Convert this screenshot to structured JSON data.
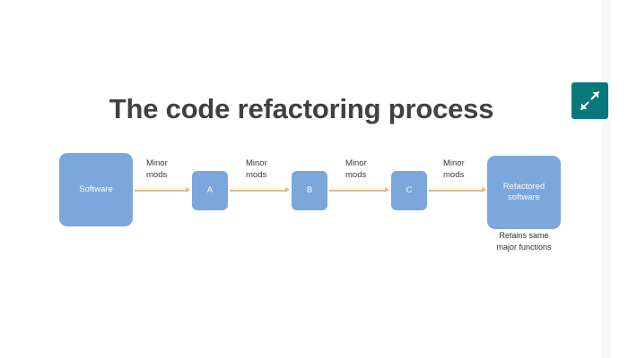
{
  "page": {
    "background_color": "#ffffff"
  },
  "slide": {
    "title": "The code refactoring process",
    "title_color": "#414141"
  },
  "toolbar": {
    "expand_button": {
      "icon": "expand-arrows-icon",
      "background_color": "#07787c",
      "icon_color": "#ffffff"
    }
  },
  "diagram": {
    "node_color": "#7ba7dc",
    "arrow_color": "#d9bd83",
    "nodes": [
      {
        "id": "software",
        "label": "Software"
      },
      {
        "id": "a",
        "label": "A"
      },
      {
        "id": "b",
        "label": "B"
      },
      {
        "id": "c",
        "label": "C"
      },
      {
        "id": "refactored",
        "label": "Refactored\nsoftware"
      }
    ],
    "arrows": [
      {
        "id": "arrow-1",
        "label": "Minor\nmods"
      },
      {
        "id": "arrow-2",
        "label": "Minor\nmods"
      },
      {
        "id": "arrow-3",
        "label": "Minor\nmods"
      },
      {
        "id": "arrow-4",
        "label": "Minor\nmods"
      }
    ],
    "caption": "Retains same\nmajor functions"
  }
}
